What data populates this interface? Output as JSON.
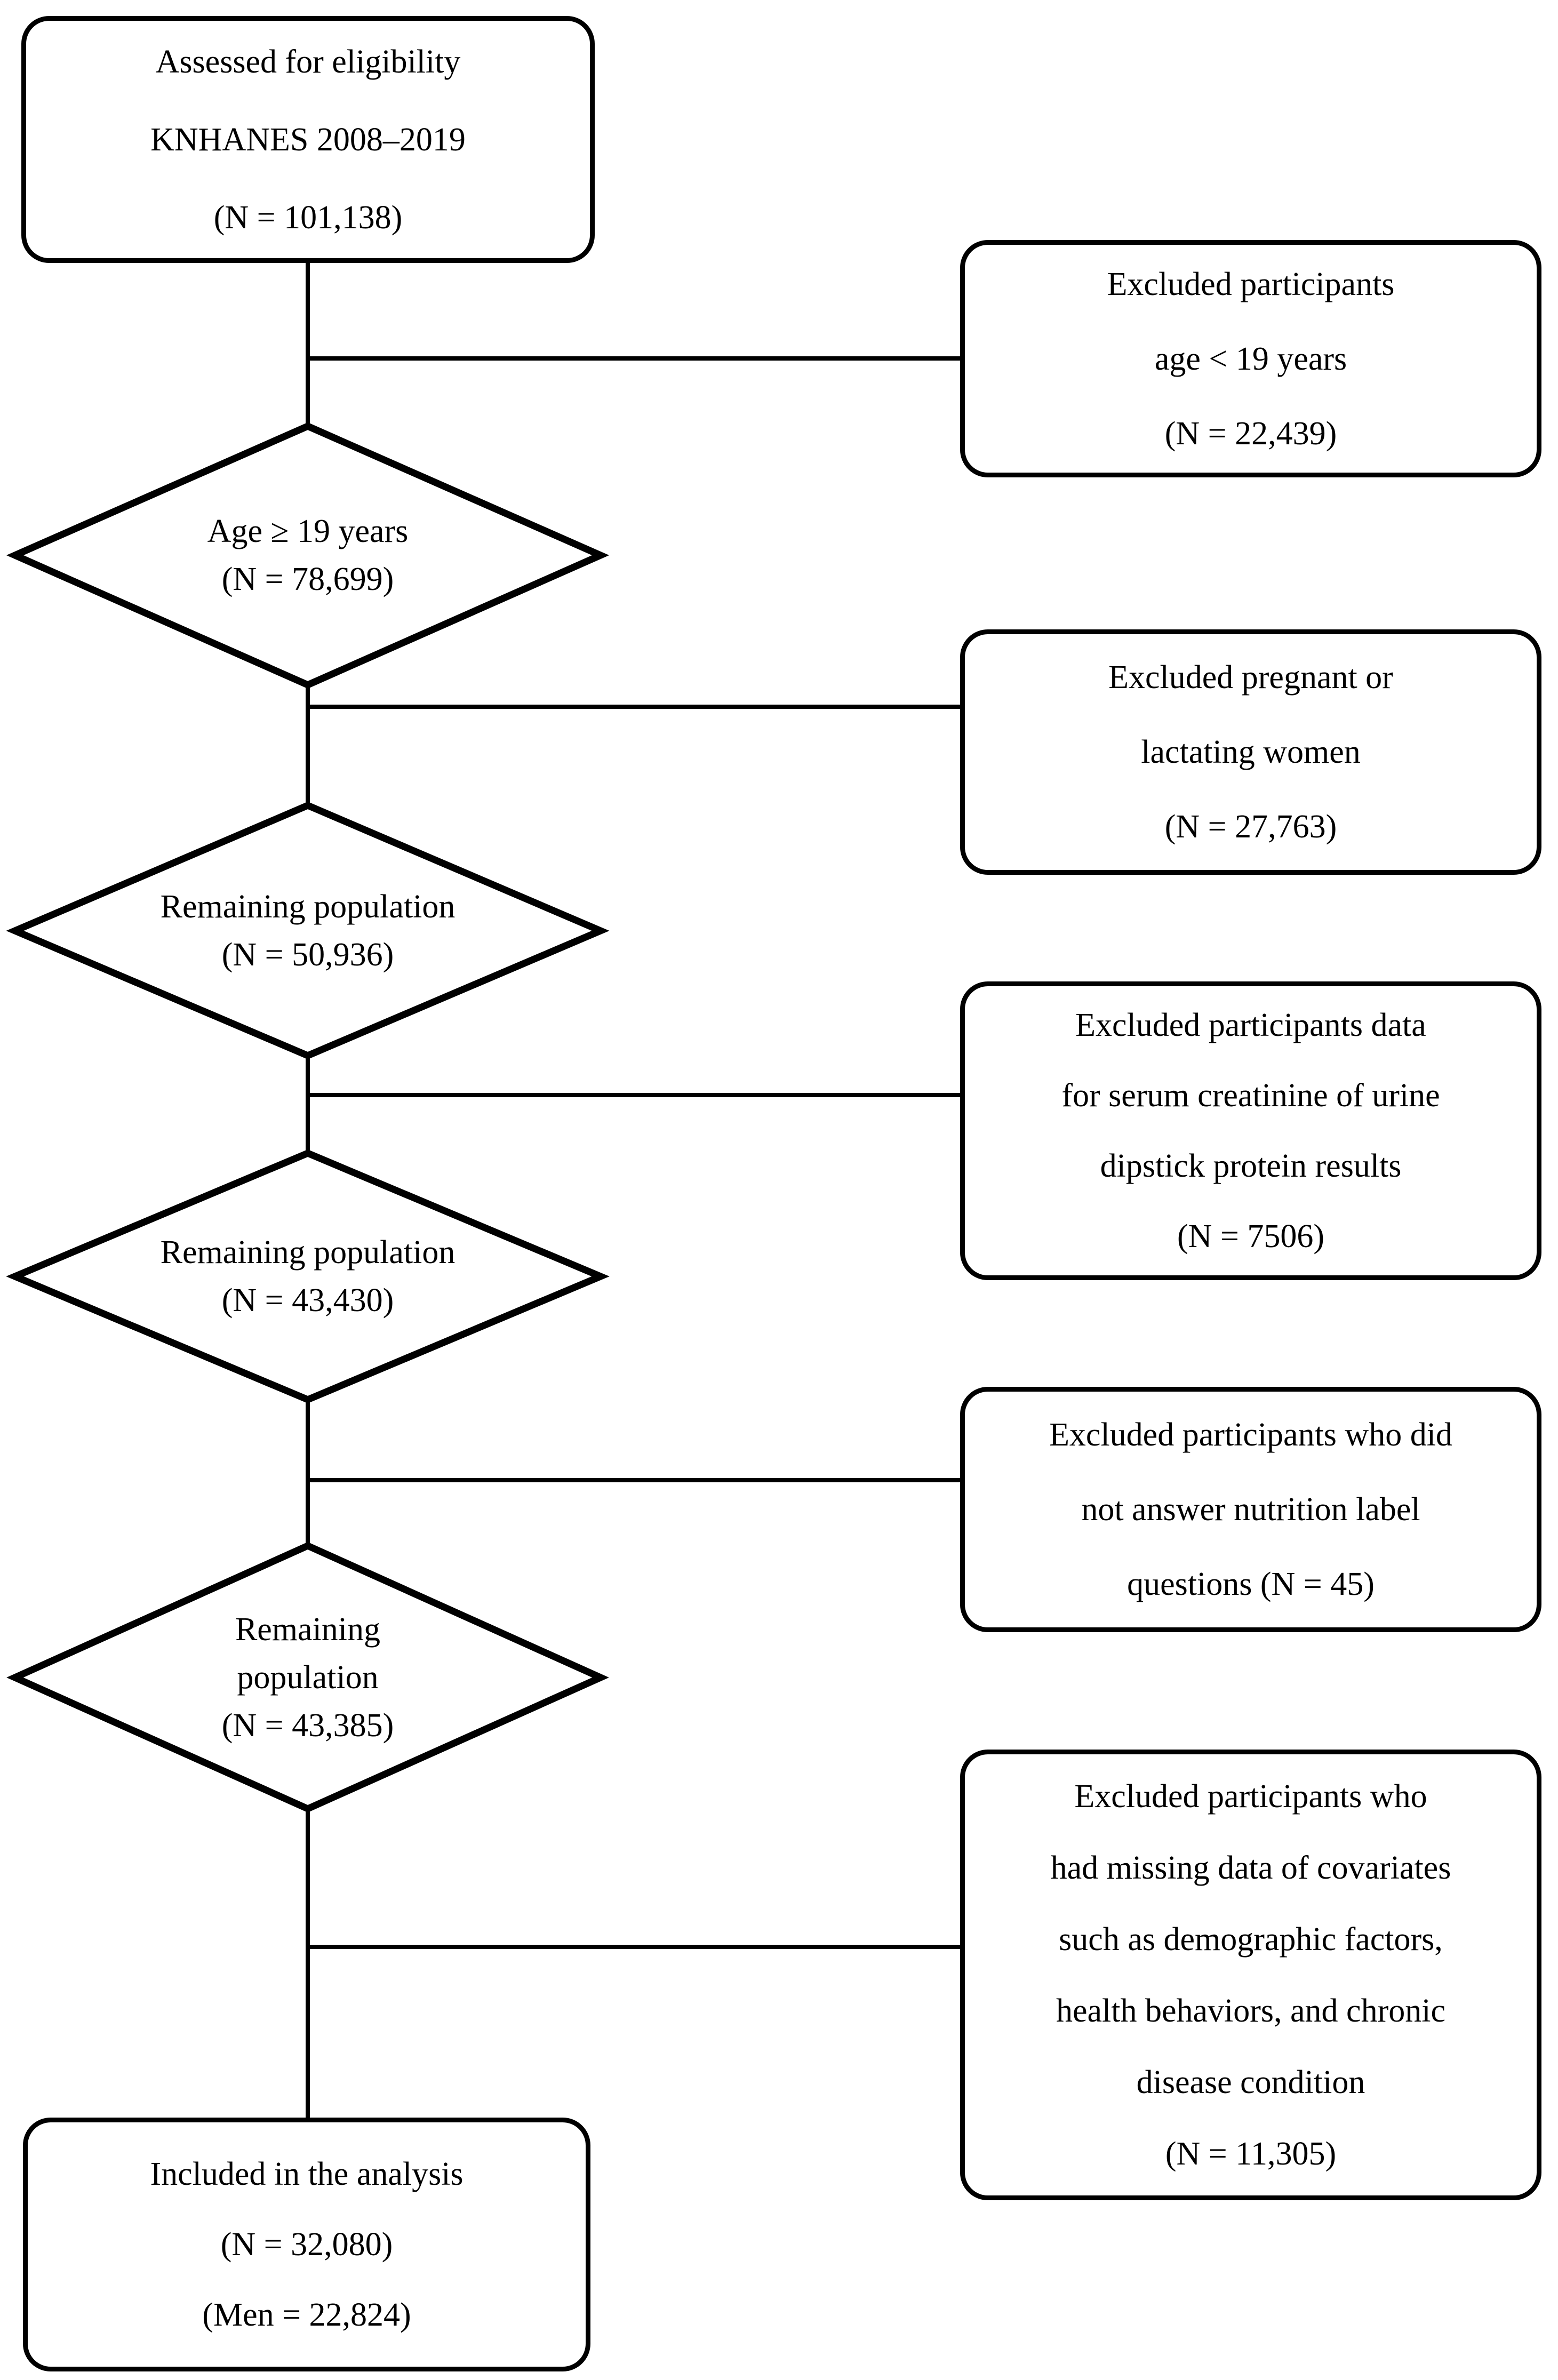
{
  "nodes": {
    "assessed": {
      "lines": [
        "Assessed for eligibility",
        "KNHANES 2008–2019",
        "(N = 101,138)"
      ]
    },
    "excluded_age": {
      "lines": [
        "Excluded participants",
        "age < 19 years",
        "(N = 22,439)"
      ]
    },
    "age_ge_19": {
      "lines": [
        "Age ≥ 19 years",
        "(N = 78,699)"
      ]
    },
    "excluded_pregnant": {
      "lines": [
        "Excluded pregnant or",
        "lactating women",
        "(N = 27,763)"
      ]
    },
    "remaining_1": {
      "lines": [
        "Remaining population",
        "(N = 50,936)"
      ]
    },
    "excluded_creatinine": {
      "lines": [
        "Excluded participants data",
        "for serum creatinine of urine",
        "dipstick protein results",
        "(N = 7506)"
      ]
    },
    "remaining_2": {
      "lines": [
        "Remaining population",
        "(N = 43,430)"
      ]
    },
    "excluded_nutrition": {
      "lines": [
        "Excluded participants who did",
        "not answer nutrition label",
        "questions (N = 45)"
      ]
    },
    "remaining_3": {
      "lines": [
        "Remaining",
        "population",
        "(N = 43,385)"
      ]
    },
    "excluded_covariates": {
      "lines": [
        "Excluded participants who",
        "had missing data of covariates",
        "such as demographic factors,",
        "health behaviors, and chronic",
        "disease condition",
        "(N = 11,305)"
      ]
    },
    "included": {
      "lines": [
        "Included in the analysis",
        "(N = 32,080)",
        "(Men = 22,824)"
      ]
    }
  },
  "colors": {
    "stroke": "#000000",
    "background": "#ffffff"
  }
}
